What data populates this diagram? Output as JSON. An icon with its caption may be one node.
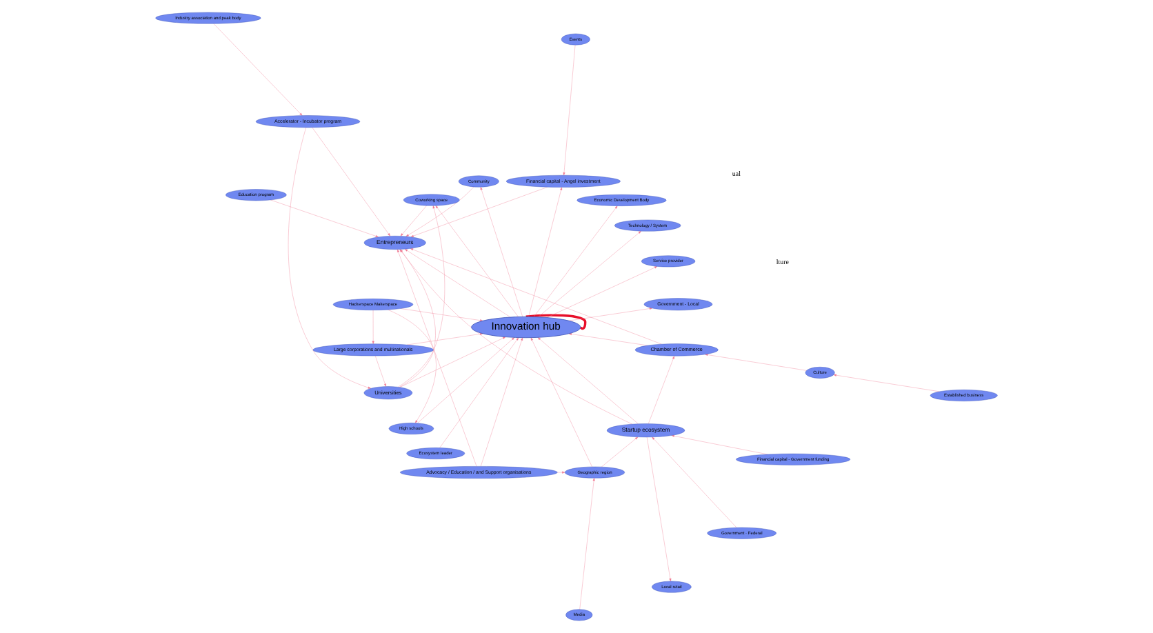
{
  "diagram": {
    "nodes": [
      {
        "text": [
          "Innovation hub"
        ]
      },
      {
        "text": [
          "Industry association and peak body"
        ]
      },
      {
        "text": [
          "Accelerator - Incubator program"
        ]
      },
      {
        "text": [
          "Hackerspace Makerspace"
        ]
      },
      {
        "text": [
          "Large corporations and multinationals"
        ]
      },
      {
        "text": [
          "Universities"
        ]
      },
      {
        "text": [
          "High schools"
        ]
      },
      {
        "text": [
          "Ecosystem leader"
        ]
      },
      {
        "text": [
          "Media"
        ]
      },
      {
        "text": [
          "Government - Federal"
        ]
      },
      {
        "text": [
          "Advocacy / Education / and Support organisations"
        ]
      },
      {
        "text": [
          "Financial capital - Government funding"
        ]
      },
      {
        "text": [
          "Geographic region"
        ]
      },
      {
        "text": [
          "Government - Local"
        ]
      },
      {
        "text": [
          "Events"
        ]
      },
      {
        "text": [
          "Established business"
        ]
      },
      {
        "text": [
          "Startup ecosystem"
        ]
      },
      {
        "text": [
          "Service provider"
        ]
      },
      {
        "text": [
          "Technology / System"
        ]
      },
      {
        "text": [
          "Local retail"
        ]
      },
      {
        "text": [
          "Economic Development Body"
        ]
      },
      {
        "text": [
          "Culture"
        ]
      },
      {
        "text": [
          "Financial capital - Angel investment"
        ]
      },
      {
        "text": [
          "Chamber of Commerce"
        ]
      },
      {
        "text": [
          "Community"
        ]
      },
      {
        "text": [
          "Coworking space"
        ]
      },
      {
        "text": [
          "Entrepreneurs"
        ]
      },
      {
        "text": [
          "Education program"
        ]
      }
    ],
    "edges": [
      {
        "from": 1,
        "to": 2,
        "arrow": "to"
      },
      {
        "from": 2,
        "to": 5,
        "arrow": "to"
      },
      {
        "from": 2,
        "to": 26,
        "arrow": "to"
      },
      {
        "from": 4,
        "to": 5,
        "arrow": "to"
      },
      {
        "from": 4,
        "to": 0,
        "arrow": "to"
      },
      {
        "from": 3,
        "to": 4,
        "arrow": "to"
      },
      {
        "from": 3,
        "to": 0,
        "arrow": "to"
      },
      {
        "from": 3,
        "to": 6,
        "arrow": "to"
      },
      {
        "from": 6,
        "to": 0,
        "arrow": "to"
      },
      {
        "from": 7,
        "to": 0,
        "arrow": "to"
      },
      {
        "from": 5,
        "to": 0,
        "arrow": "to"
      },
      {
        "from": 5,
        "to": 26,
        "arrow": "to"
      },
      {
        "from": 5,
        "to": 25,
        "arrow": "to"
      },
      {
        "from": 8,
        "to": 12,
        "arrow": "to"
      },
      {
        "from": 9,
        "to": 16,
        "arrow": "to"
      },
      {
        "from": 11,
        "to": 16,
        "arrow": "to"
      },
      {
        "from": 12,
        "to": 16,
        "arrow": "to"
      },
      {
        "from": 10,
        "to": 12,
        "arrow": "to"
      },
      {
        "from": 10,
        "to": 0,
        "arrow": "to"
      },
      {
        "from": 10,
        "to": 26,
        "arrow": "to"
      },
      {
        "from": 12,
        "to": 0,
        "arrow": "to"
      },
      {
        "from": 16,
        "to": 0,
        "arrow": "to"
      },
      {
        "from": 16,
        "to": 19,
        "arrow": "to"
      },
      {
        "from": 16,
        "to": 23,
        "arrow": "to"
      },
      {
        "from": 16,
        "to": 26,
        "arrow": "to"
      },
      {
        "from": 15,
        "to": 21,
        "arrow": "to"
      },
      {
        "from": 21,
        "to": 23,
        "arrow": "to"
      },
      {
        "from": 23,
        "to": 0,
        "arrow": "to"
      },
      {
        "from": 23,
        "to": 26,
        "arrow": "to"
      },
      {
        "from": 0,
        "to": 13,
        "arrow": "to"
      },
      {
        "from": 0,
        "to": 17,
        "arrow": "to"
      },
      {
        "from": 0,
        "to": 18,
        "arrow": "to"
      },
      {
        "from": 0,
        "to": 20,
        "arrow": "to"
      },
      {
        "from": 0,
        "to": 22,
        "arrow": "to"
      },
      {
        "from": 14,
        "to": 22,
        "arrow": "to"
      },
      {
        "from": 22,
        "to": 26,
        "arrow": "to"
      },
      {
        "from": 0,
        "to": 24,
        "arrow": "to"
      },
      {
        "from": 24,
        "to": 26,
        "arrow": "to"
      },
      {
        "from": 0,
        "to": 25,
        "arrow": "to"
      },
      {
        "from": 25,
        "to": 26,
        "arrow": "to"
      },
      {
        "from": 0,
        "to": 26,
        "arrow": "to"
      },
      {
        "from": 27,
        "to": 26,
        "arrow": "to"
      },
      {
        "from": 0,
        "to": 0,
        "arrow": "none",
        "style": "thick",
        "color": "#e8102a"
      }
    ],
    "labels": [
      "ual",
      "lture"
    ]
  }
}
